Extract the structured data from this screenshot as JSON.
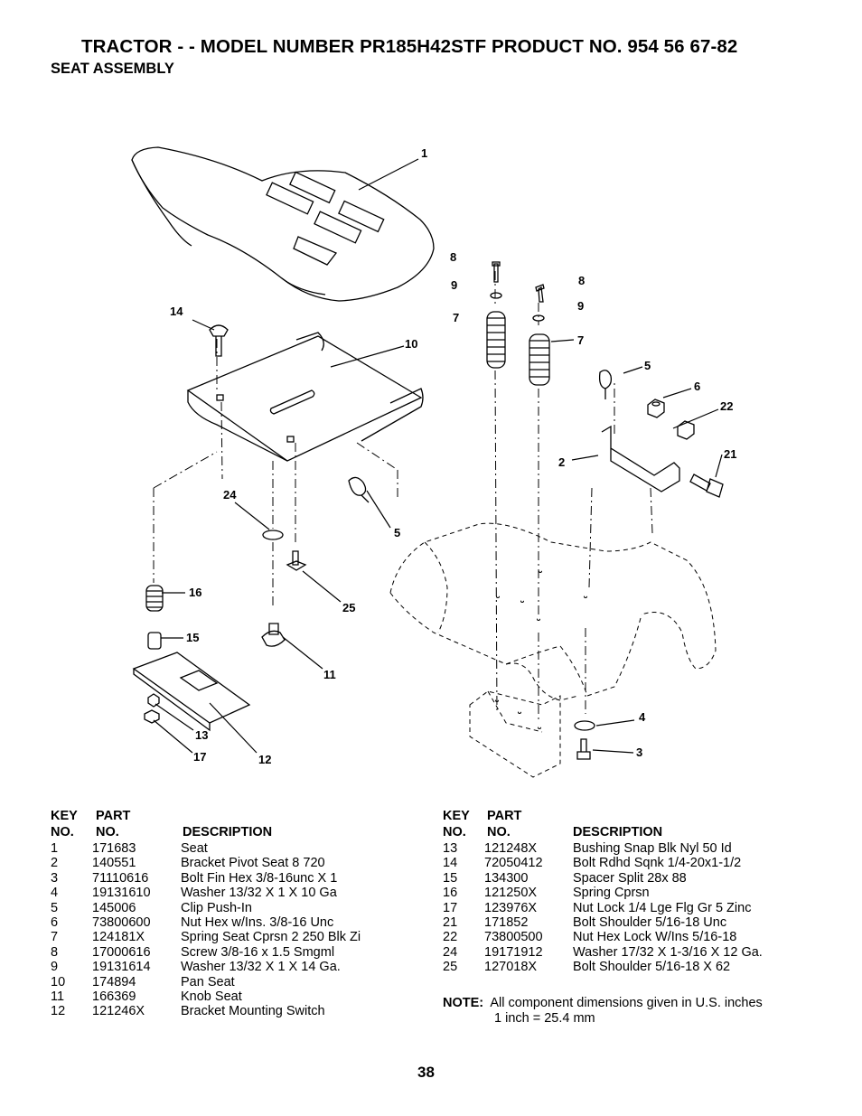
{
  "header": {
    "title": "TRACTOR - - MODEL NUMBER PR185H42STF PRODUCT NO. 954 56 67-82",
    "section": "SEAT ASSEMBLY"
  },
  "diagram": {
    "callouts": [
      "1",
      "8",
      "9",
      "8",
      "9",
      "7",
      "7",
      "14",
      "10",
      "5",
      "6",
      "22",
      "21",
      "2",
      "24",
      "5",
      "16",
      "25",
      "15",
      "11",
      "13",
      "17",
      "12",
      "4",
      "3"
    ]
  },
  "table_headers": {
    "key1": "KEY",
    "key2": "NO.",
    "part1": "PART",
    "part2": "NO.",
    "desc": "DESCRIPTION"
  },
  "parts_left": [
    {
      "key": "1",
      "part": "171683",
      "desc": "Seat"
    },
    {
      "key": "2",
      "part": "140551",
      "desc": "Bracket Pivot Seat 8 720"
    },
    {
      "key": "3",
      "part": "71110616",
      "desc": "Bolt Fin Hex 3/8-16unc X 1"
    },
    {
      "key": "4",
      "part": "19131610",
      "desc": "Washer 13/32 X 1 X 10 Ga"
    },
    {
      "key": "5",
      "part": "145006",
      "desc": "Clip Push-In"
    },
    {
      "key": "6",
      "part": "73800600",
      "desc": "Nut Hex w/Ins. 3/8-16 Unc"
    },
    {
      "key": "7",
      "part": "124181X",
      "desc": "Spring Seat Cprsn 2 250 Blk Zi"
    },
    {
      "key": "8",
      "part": "17000616",
      "desc": "Screw 3/8-16 x 1.5   Smgml"
    },
    {
      "key": "9",
      "part": "19131614",
      "desc": "Washer 13/32 X 1 X 14 Ga."
    },
    {
      "key": "10",
      "part": "174894",
      "desc": "Pan Seat"
    },
    {
      "key": "11",
      "part": "166369",
      "desc": "Knob Seat"
    },
    {
      "key": "12",
      "part": "121246X",
      "desc": "Bracket Mounting Switch"
    }
  ],
  "parts_right": [
    {
      "key": "13",
      "part": "121248X",
      "desc": "Bushing Snap Blk Nyl 50 Id"
    },
    {
      "key": "14",
      "part": "72050412",
      "desc": "Bolt Rdhd Sqnk 1/4-20x1-1/2"
    },
    {
      "key": "15",
      "part": "134300",
      "desc": "Spacer Split 28x 88"
    },
    {
      "key": "16",
      "part": "121250X",
      "desc": "Spring Cprsn"
    },
    {
      "key": "17",
      "part": "123976X",
      "desc": "Nut Lock 1/4 Lge Flg Gr 5 Zinc"
    },
    {
      "key": "21",
      "part": "171852",
      "desc": "Bolt Shoulder 5/16-18 Unc"
    },
    {
      "key": "22",
      "part": "73800500",
      "desc": "Nut Hex  Lock W/Ins  5/16-18"
    },
    {
      "key": "24",
      "part": "19171912",
      "desc": "Washer 17/32 X 1-3/16 X 12 Ga."
    },
    {
      "key": "25",
      "part": "127018X",
      "desc": "Bolt Shoulder 5/16-18 X 62"
    }
  ],
  "note": {
    "label": "NOTE:",
    "line1": "All component dimensions given in U.S. inches",
    "line2": "1 inch = 25.4 mm"
  },
  "page_number": "38"
}
